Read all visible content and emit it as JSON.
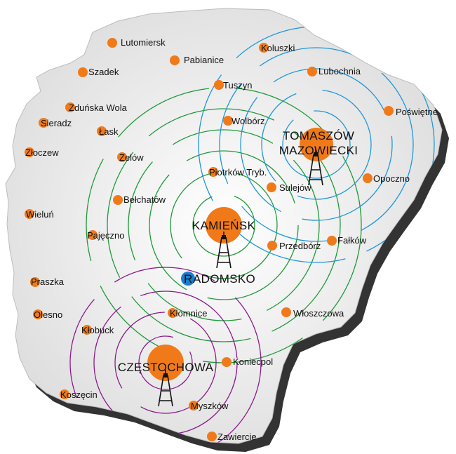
{
  "colors": {
    "region_fill": "#dcdcdc",
    "region_center": "#ffffff",
    "region_shadow": "#333333",
    "dot": "#f07a1a",
    "radomsko_dot": "#1a7fd0",
    "ring_kamiensk": "#1f9a3a",
    "ring_tomaszow": "#1e97d8",
    "ring_czestochowa": "#8b1b8b",
    "tower": "#111111"
  },
  "transmitters": [
    {
      "id": "kamiensk",
      "label_lines": [
        "KAMIEŃSK"
      ],
      "ring_color": "ring_kamiensk",
      "icon": "transmitter-tower-icon"
    },
    {
      "id": "tomaszow",
      "label_lines": [
        "TOMASZÓW",
        "MAZOWIECKI"
      ],
      "ring_color": "ring_tomaszow",
      "icon": "transmitter-tower-icon"
    },
    {
      "id": "czestochowa",
      "label_lines": [
        "CZĘSTOCHOWA"
      ],
      "ring_color": "ring_czestochowa",
      "icon": "transmitter-tower-icon"
    }
  ],
  "highlight_city": {
    "first_letter": "R",
    "rest": "ADOMSKO"
  },
  "towns": [
    "Lutomiersk",
    "Pabianice",
    "Koluszki",
    "Szadek",
    "Lubochnia",
    "Tuszyn",
    "Zduńska Wola",
    "Poświętne",
    "Sieradz",
    "Wolbórz",
    "Łask",
    "Złoczew",
    "Zelów",
    "Piotrków Tryb.",
    "Opoczno",
    "Sulejów",
    "Bełchatów",
    "Wieluń",
    "Pajęczno",
    "Przedbórz",
    "Fałków",
    "Praszka",
    "Olesno",
    "Kłomnice",
    "Włoszczowa",
    "Kłobuck",
    "Koniecpol",
    "Koszęcin",
    "Myszków",
    "Zawiercie"
  ]
}
